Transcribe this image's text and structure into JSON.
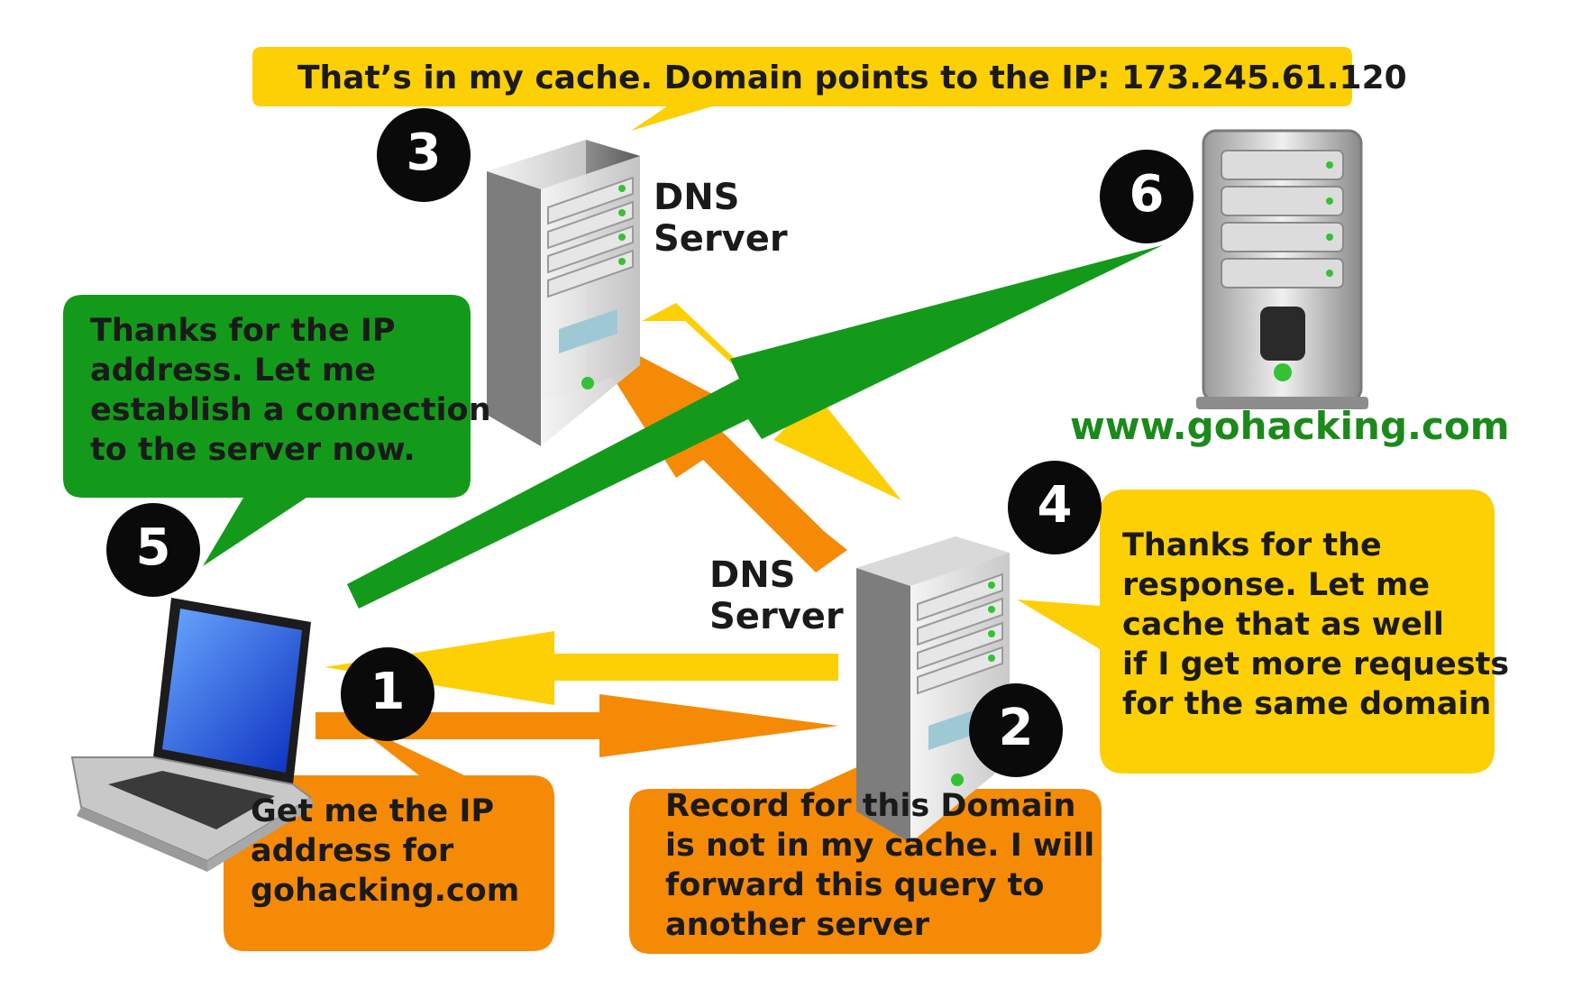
{
  "colors": {
    "yellow": "#fdcf05",
    "orange": "#f58a07",
    "green": "#149a1a",
    "dark_green": "#1b8a1b",
    "number_badge": "#0a0a0a"
  },
  "icons": {
    "client": "laptop-icon",
    "dns_server": "server-tower-icon",
    "web_server": "web-server-icon"
  },
  "bubbles": {
    "top": "That’s in my cache. Domain points to the IP: 173.245.61.120",
    "green": "Thanks for the IP\naddress. Let me\nestablish a connection\nto the server now.",
    "right": "Thanks for the\nresponse. Let me\ncache that as well\nif I get more requests\nfor the same domain",
    "bottom_left": "Get me the IP\naddress for\ngohacking.com",
    "bottom_middle": "Record for this Domain\nis not in my cache. I will\nforward this query to\nanother server"
  },
  "servers": {
    "top_label": "DNS\nServer",
    "middle_label": "DNS\nServer"
  },
  "website": "www.gohacking.com",
  "steps": [
    "1",
    "2",
    "3",
    "4",
    "5",
    "6"
  ]
}
